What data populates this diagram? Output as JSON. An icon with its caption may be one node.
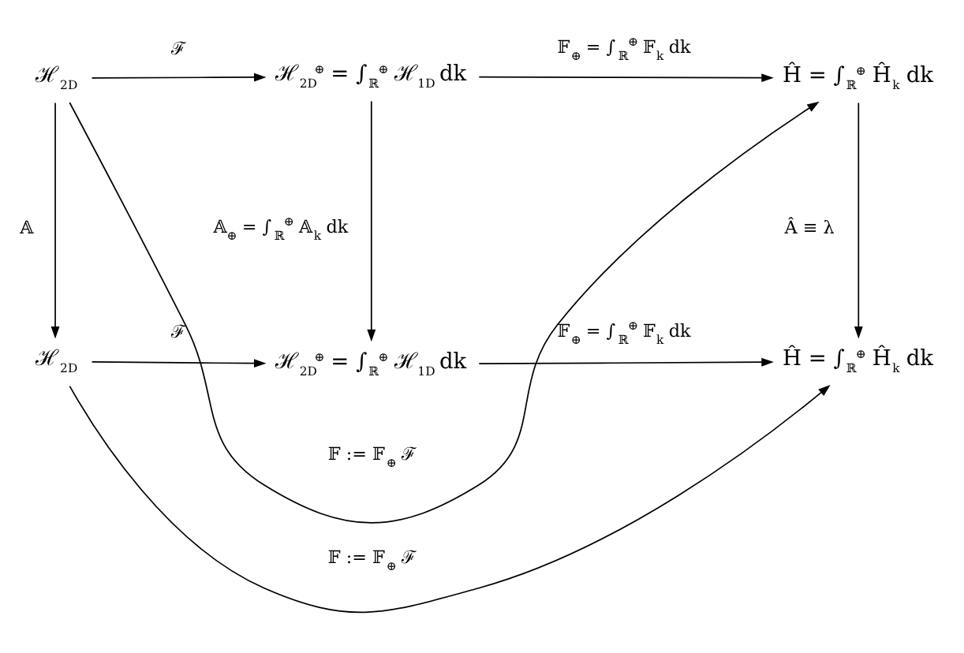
{
  "diagram": {
    "nodes": [
      {
        "text": [
          "ℋ$_{2D}$"
        ]
      },
      {
        "text": [
          "ℋ$_{2D}$$^{⊕}$ = ∫$_{ℝ}$$^{⊕}$ ℋ$_{1D}$ dk"
        ]
      },
      {
        "text": [
          "Ĥ = ∫$_{ℝ}$$^{⊕}$ Ĥ$_{k}$ dk"
        ]
      },
      {
        "text": [
          "ℋ$_{2D}$"
        ]
      },
      {
        "text": [
          "ℋ$_{2D}$$^{⊕}$ = ∫$_{ℝ}$$^{⊕}$ ℋ$_{1D}$ dk"
        ]
      },
      {
        "text": [
          "Ĥ = ∫$_{ℝ}$$^{⊕}$ Ĥ$_{k}$ dk"
        ]
      }
    ],
    "edges": [
      {
        "from": 0,
        "to": 2,
        "arrow": "to",
        "label": "𝔽 := 𝔽$_{⊕}$ ℱ"
      },
      {
        "from": 0,
        "to": 1,
        "arrow": "to",
        "label": "ℱ"
      },
      {
        "from": 1,
        "to": 2,
        "arrow": "to",
        "label": "𝔽$_{⊕}$ = ∫$_{ℝ}$$^{⊕}$ 𝔽$_{k}$ dk"
      },
      {
        "from": 0,
        "to": 3,
        "arrow": "to",
        "label": "𝔸"
      },
      {
        "from": 1,
        "to": 4,
        "arrow": "to",
        "label": "𝔸$_{⊕}$ = ∫$_{ℝ}$$^{⊕}$ 𝔸$_{k}$ dk"
      },
      {
        "from": 2,
        "to": 5,
        "arrow": "to",
        "label": "Â ≡ λ"
      },
      {
        "from": 3,
        "to": 4,
        "arrow": "to",
        "label": "ℱ"
      },
      {
        "from": 4,
        "to": 5,
        "arrow": "to",
        "label": "𝔽$_{⊕}$ = ∫$_{ℝ}$$^{⊕}$ 𝔽$_{k}$ dk"
      },
      {
        "from": 3,
        "to": 5,
        "arrow": "to",
        "label": "𝔽 := 𝔽$_{⊕}$ ℱ"
      }
    ]
  }
}
